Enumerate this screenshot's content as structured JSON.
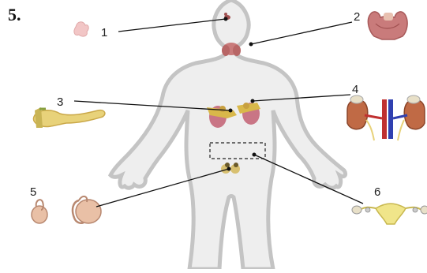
{
  "question_number": "5.",
  "labels": [
    "1",
    "2",
    "3",
    "4",
    "5",
    "6"
  ],
  "colors": {
    "body_fill": "#eeeeee",
    "body_outline": "#c4c4c4",
    "thyroid": "#c97b7b",
    "adrenal": "#d9b84a",
    "kidney": "#c06a45",
    "pancreas": "#e8d27a",
    "ovary": "#f0e58a",
    "testis": "#e9c0a6",
    "pituitary": "#f2c6c6",
    "leader_line": "#111111",
    "box_border": "#222222"
  }
}
